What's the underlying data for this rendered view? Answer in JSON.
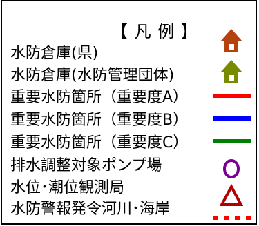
{
  "legend": {
    "title": "【 凡 例 】",
    "items": [
      {
        "label": "水防倉庫(県)",
        "icon": "house-icon",
        "color": "#b5420e"
      },
      {
        "label": "水防倉庫(水防管理団体)",
        "icon": "house-icon",
        "color": "#7a8a00"
      },
      {
        "label": "重要水防箇所（重要度A）",
        "icon": "line-icon",
        "color": "#ff0000"
      },
      {
        "label": "重要水防箇所（重要度B）",
        "icon": "line-icon",
        "color": "#0000ff"
      },
      {
        "label": "重要水防箇所（重要度C）",
        "icon": "line-icon",
        "color": "#008000"
      },
      {
        "label": "排水調整対象ポンプ場",
        "icon": "circle-icon",
        "color": "#7a0094"
      },
      {
        "label": "水位･潮位観測局",
        "icon": "triangle-icon",
        "color": "#b00000"
      },
      {
        "label": "水防警報発令河川･海岸",
        "icon": "dashed-line-icon",
        "color": "#ff0000"
      }
    ]
  }
}
